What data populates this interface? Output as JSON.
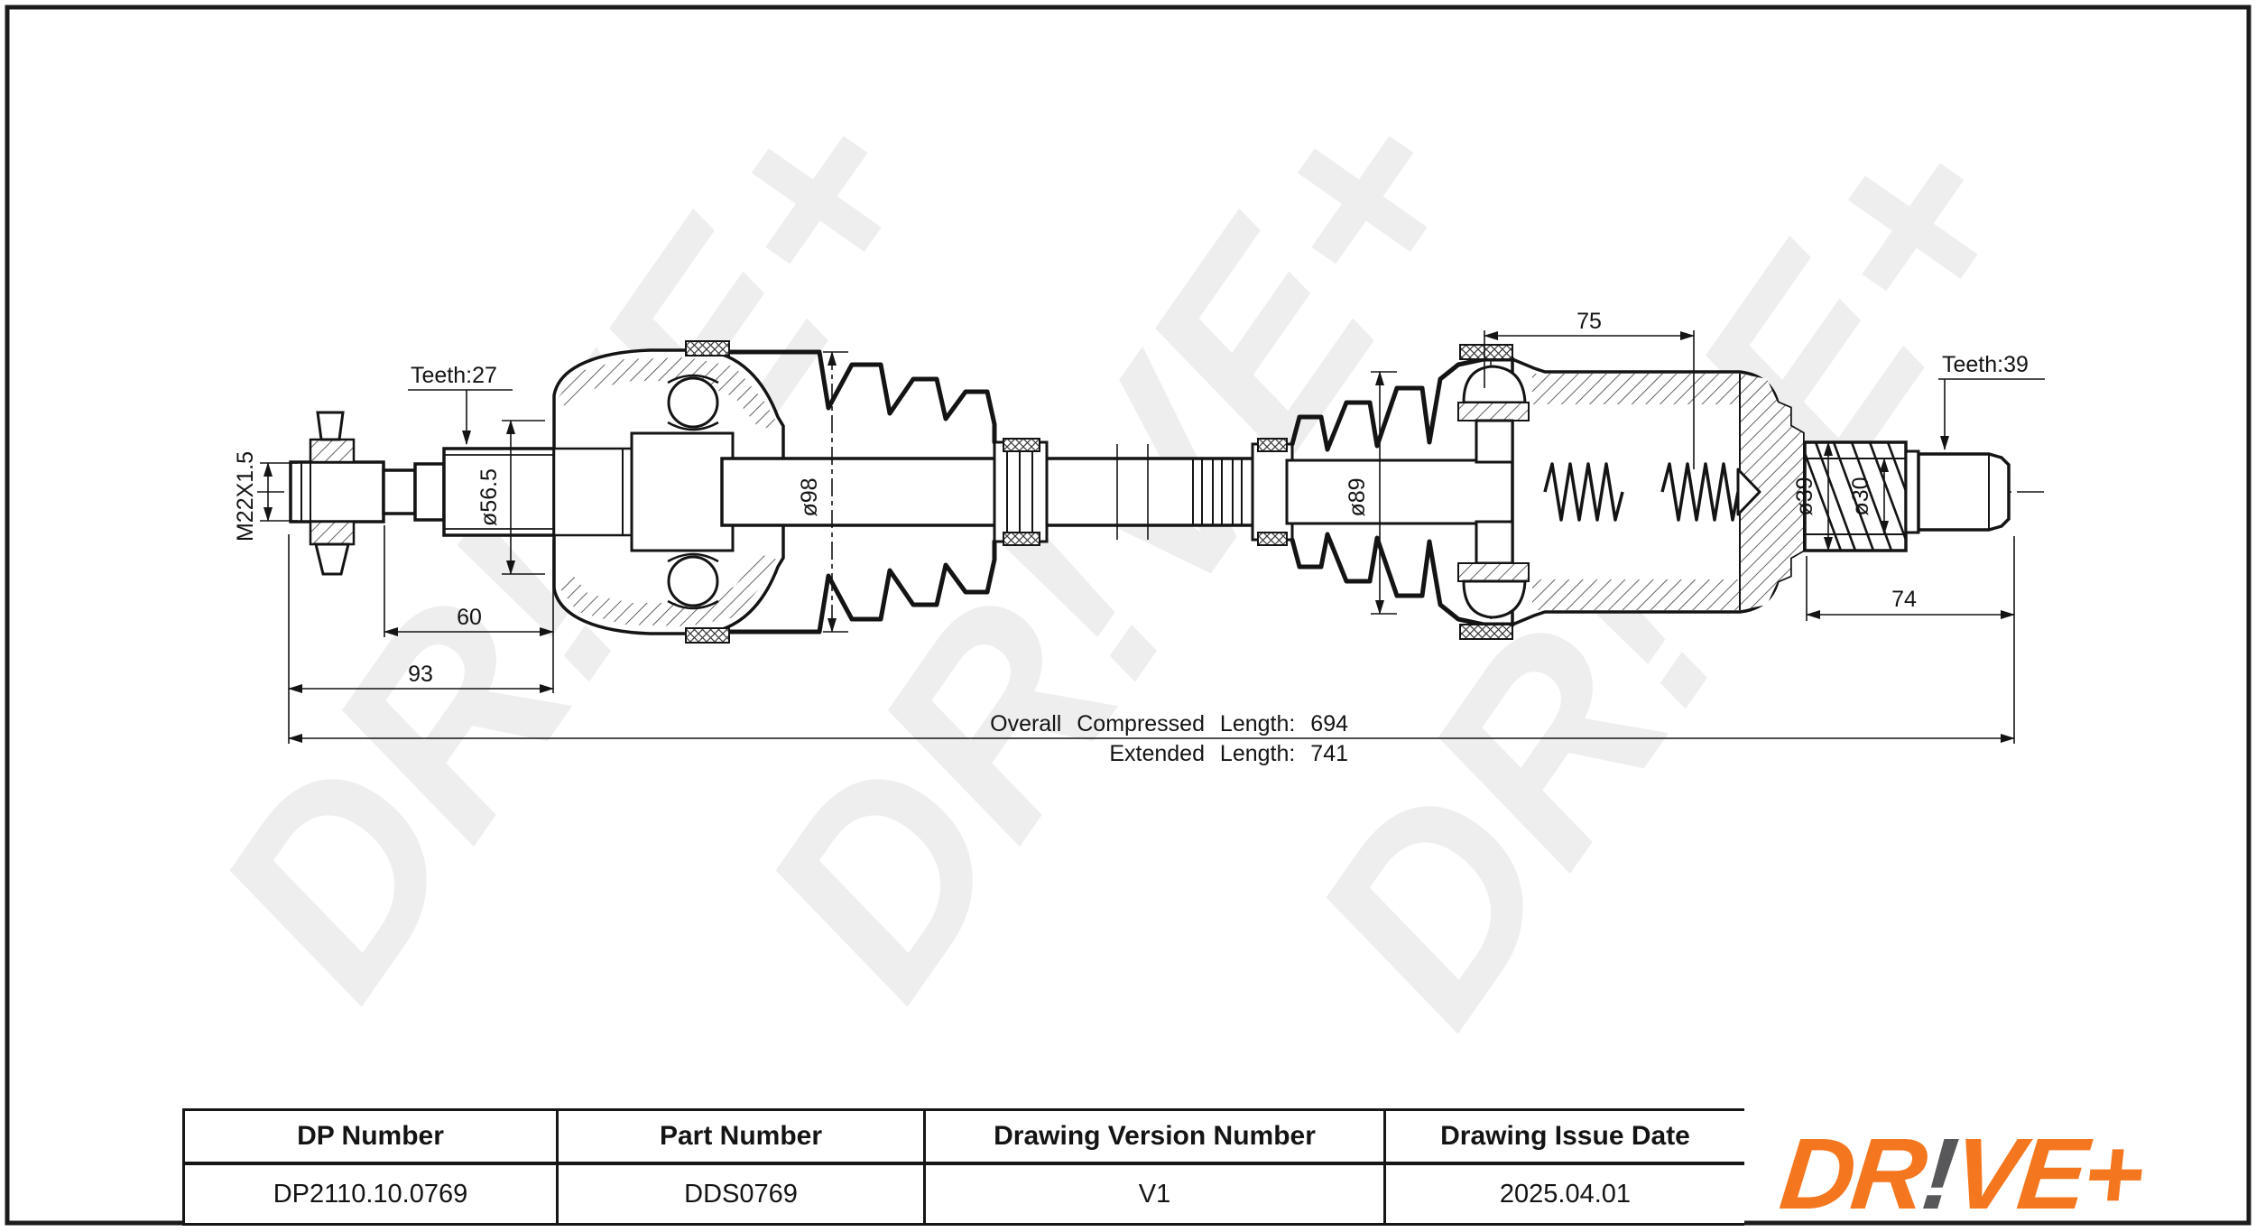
{
  "drawing": {
    "labels": {
      "teeth_left": "Teeth:27",
      "thread": "M22X1.5",
      "dia_56_5": "ø56.5",
      "dia_98": "ø98",
      "dim_60": "60",
      "dim_93": "93",
      "dim_75": "75",
      "dia_89": "ø89",
      "teeth_right": "Teeth:39",
      "dia_39": "ø39",
      "dia_30": "ø30",
      "dim_74": "74",
      "overall_compressed": "Overall Compressed Length: 694",
      "extended": "Extended Length: 741"
    },
    "watermark_text": "DR!VE+"
  },
  "title_block": {
    "headers": [
      "DP Number",
      "Part Number",
      "Drawing Version Number",
      "Drawing Issue Date"
    ],
    "values": [
      "DP2110.10.0769",
      "DDS0769",
      "V1",
      "2025.04.01"
    ]
  },
  "logo": {
    "part1": "DR",
    "bang": "!",
    "part2": "VE+"
  },
  "colors": {
    "logo_orange": "#F4771F",
    "logo_gray": "#58585A",
    "line_black": "#141414"
  }
}
